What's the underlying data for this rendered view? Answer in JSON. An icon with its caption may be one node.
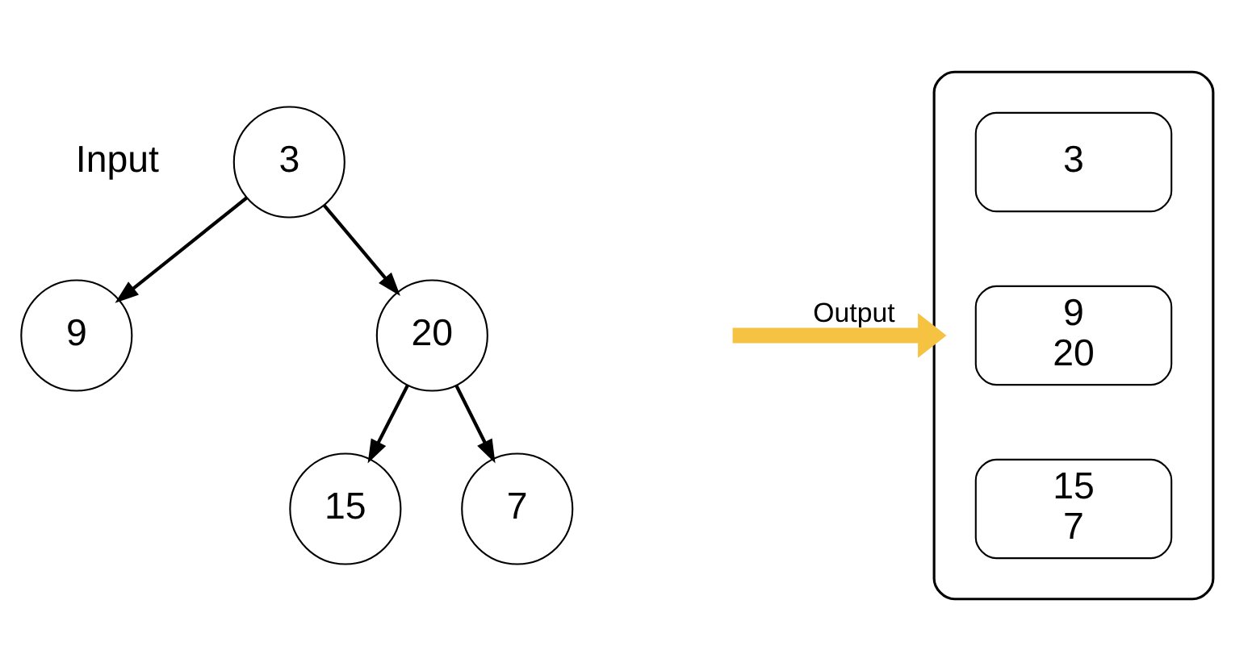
{
  "diagram": {
    "nodes": [
      {
        "text": [
          "3"
        ]
      },
      {
        "text": [
          "9"
        ]
      },
      {
        "text": [
          "20"
        ]
      },
      {
        "text": [
          "15"
        ]
      },
      {
        "text": [
          "7"
        ]
      },
      {
        "text": [],
        "shape": "ellipse"
      },
      {
        "text": [
          "3"
        ],
        "in": 5
      },
      {
        "text": [
          "9",
          "20"
        ],
        "in": 5
      },
      {
        "text": [
          "15",
          "7"
        ],
        "in": 5
      }
    ],
    "edges": [
      {
        "from": 0,
        "to": 1,
        "arrow": "to"
      },
      {
        "from": 0,
        "to": 2,
        "arrow": "to"
      },
      {
        "from": 2,
        "to": 3,
        "arrow": "to"
      },
      {
        "from": 2,
        "to": 4,
        "arrow": "to"
      },
      {
        "from": null,
        "to": 5,
        "arrow": "to",
        "label": "Output",
        "style": "thick",
        "color": "#f5c242"
      }
    ],
    "labels": [
      "Input"
    ]
  }
}
